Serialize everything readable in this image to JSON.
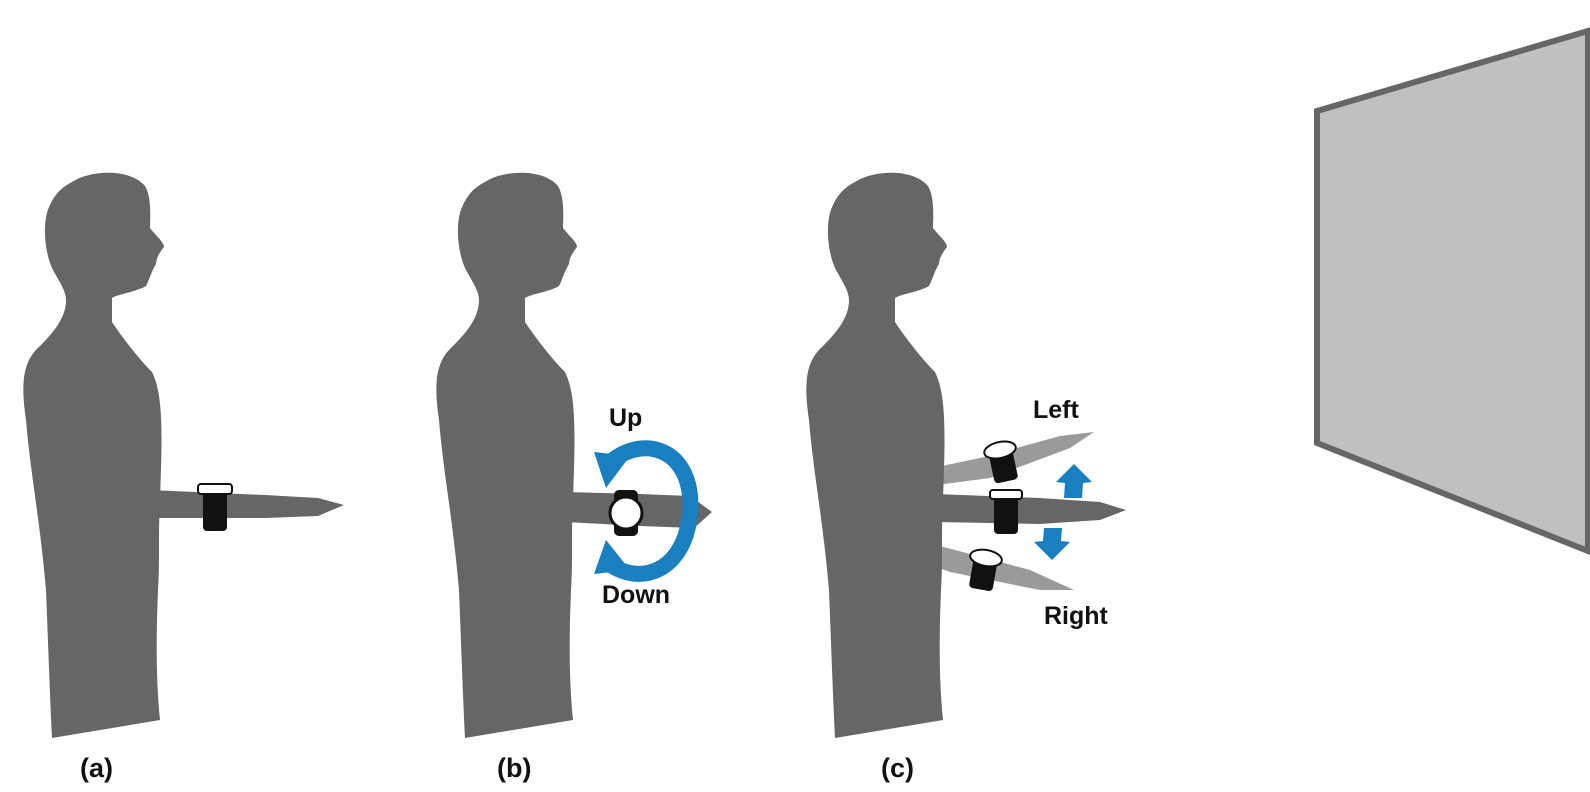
{
  "colors": {
    "silhouette": "#666666",
    "arm_moved": "#9a9a9a",
    "arrow": "#1a7fbf",
    "screen_fill": "#c0c0c0",
    "screen_border": "#666666",
    "watch_band": "#111111",
    "watch_face": "#ffffff"
  },
  "panels": [
    {
      "caption": "(a)"
    },
    {
      "caption": "(b)",
      "labels": {
        "up": "Up",
        "down": "Down"
      }
    },
    {
      "caption": "(c)",
      "labels": {
        "left": "Left",
        "right": "Right"
      }
    }
  ],
  "icons": [
    "person-silhouette",
    "smartwatch-icon",
    "rotation-arrow-icon",
    "direction-arrow-icon",
    "display-screen"
  ]
}
